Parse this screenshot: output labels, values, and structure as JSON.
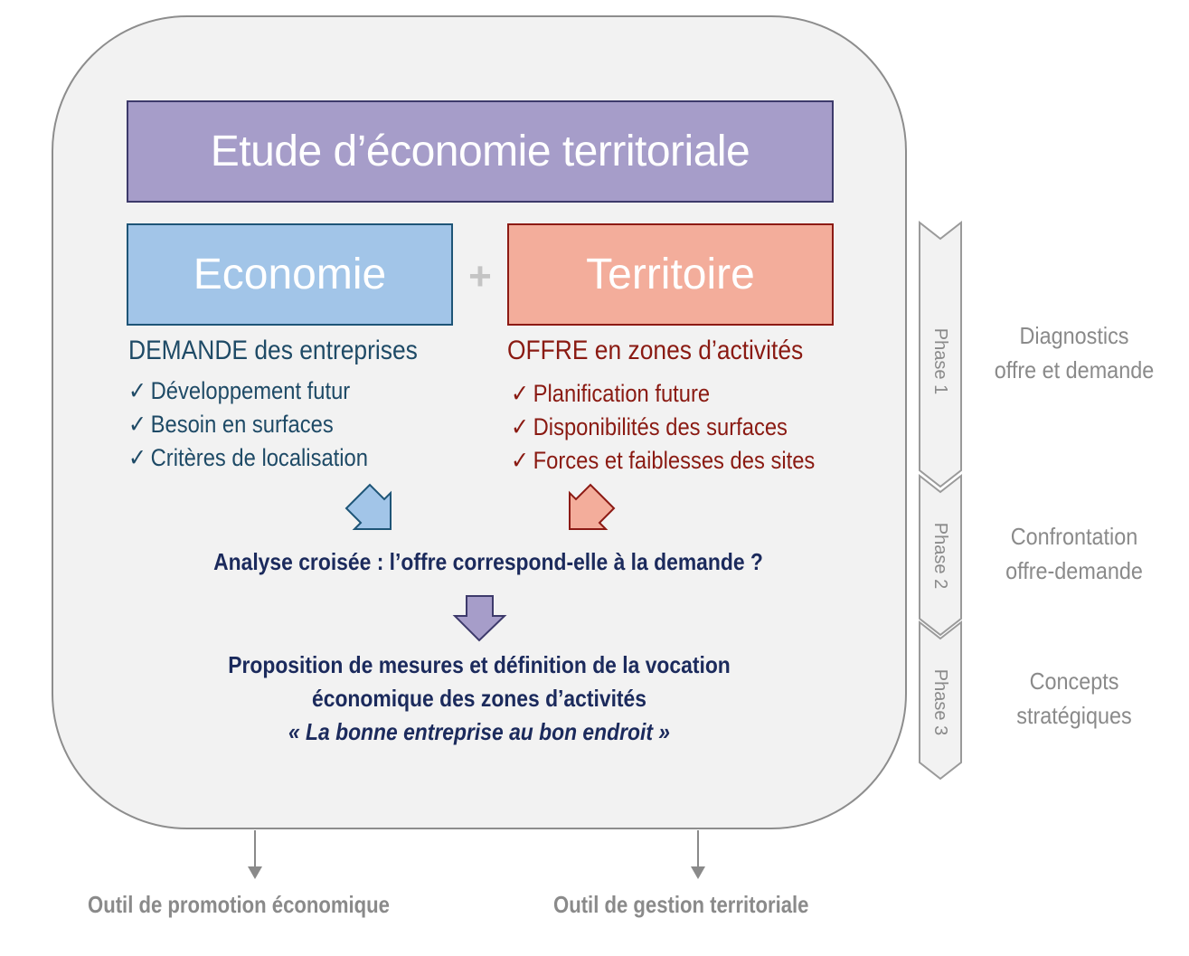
{
  "title": "Etude d’économie territoriale",
  "economie": {
    "label": "Economie",
    "heading_strong": "DEMANDE",
    "heading_rest": " des entreprises",
    "items": [
      "Développement futur",
      "Besoin en surfaces",
      "Critères de localisation"
    ]
  },
  "territoire": {
    "label": "Territoire",
    "heading_strong": "OFFRE",
    "heading_rest": " en zones d’activités",
    "items": [
      "Planification future",
      "Disponibilités des surfaces",
      "Forces et faiblesses des sites"
    ]
  },
  "plus_symbol": "+",
  "check_symbol": "✓",
  "analyse": "Analyse croisée : l’offre correspond-elle à la demande ?",
  "proposal": {
    "line1": "Proposition de mesures et définition de la vocation",
    "line2": "économique des zones d’activités",
    "quote": "« La bonne entreprise au bon endroit »"
  },
  "phases": [
    {
      "label": "Phase 1",
      "desc_line1": "Diagnostics",
      "desc_line2": "offre et demande"
    },
    {
      "label": "Phase 2",
      "desc_line1": "Confrontation",
      "desc_line2": "offre-demande"
    },
    {
      "label": "Phase 3",
      "desc_line1": "Concepts",
      "desc_line2": "stratégiques"
    }
  ],
  "outputs": {
    "left": "Outil de promotion économique",
    "right": "Outil de gestion territoriale"
  },
  "colors": {
    "title_fill": "#a69dc9",
    "economie_fill": "#a2c5e8",
    "territoire_fill": "#f3ad9b",
    "navy_text": "#1b2a5c",
    "grey": "#8a8a8a"
  }
}
